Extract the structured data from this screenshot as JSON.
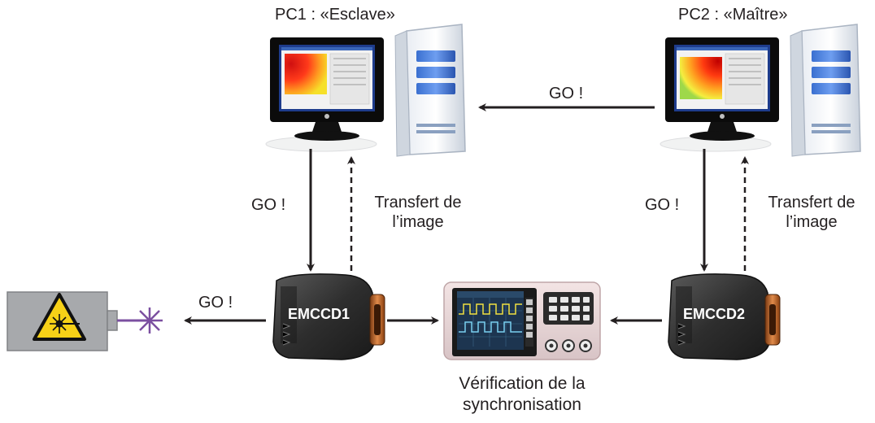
{
  "pc1": {
    "title": "PC1 : «Esclave»"
  },
  "pc2": {
    "title": "PC2 : «Maître»"
  },
  "cameras": {
    "cam1": "EMCCD1",
    "cam2": "EMCCD2"
  },
  "arrows": {
    "pc2_to_pc1": "GO !",
    "pc1_to_cam1": "GO !",
    "pc2_to_cam2": "GO !",
    "cam1_to_laser": "GO !",
    "cam1_to_pc1_line1": "Transfert de",
    "cam1_to_pc1_line2": "l’image",
    "cam2_to_pc2_line1": "Transfert de",
    "cam2_to_pc2_line2": "l’image"
  },
  "oscilloscope": {
    "line1": "Vérification de la",
    "line2": "synchronisation"
  },
  "colors": {
    "arrow": "#231f20",
    "laser_box": "#a7a9ac",
    "warning_yellow": "#f7d117",
    "laser_beam": "#7b4fa0",
    "camera_body": "#3a3a3a",
    "camera_lens": "#c8642a",
    "monitor_screen_border": "#1e3c8c",
    "tower_blue": "#2f5fb8"
  }
}
